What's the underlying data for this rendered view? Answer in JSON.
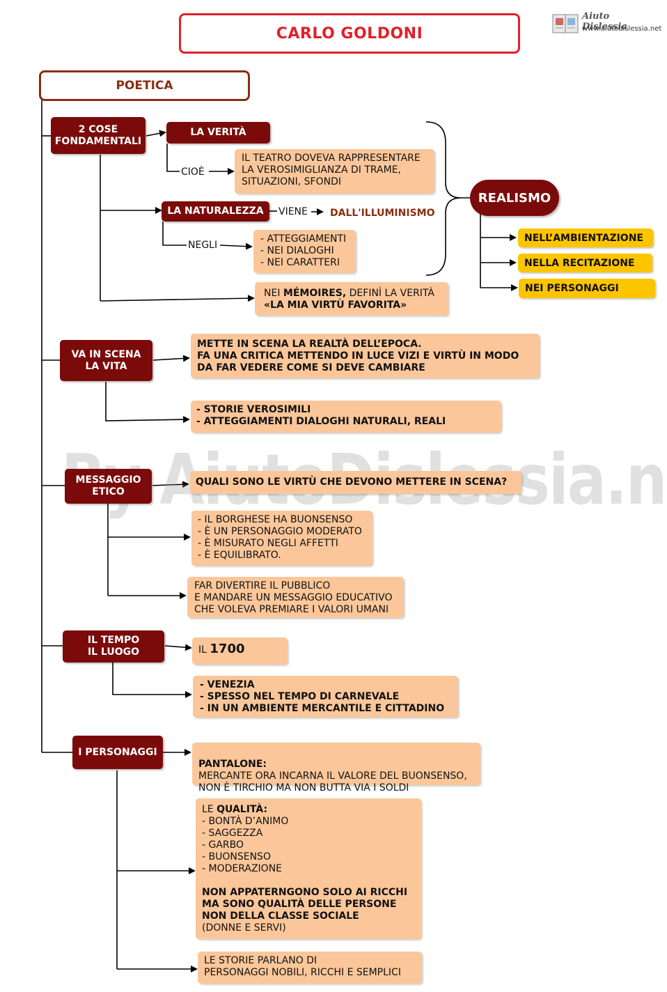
{
  "title": "CARLO GOLDONI",
  "logo": {
    "brand": "Aiuto Dislessia",
    "url": "www.aiutodislessia.net"
  },
  "watermark": "By AiutoDislessia.net",
  "poetica": "POETICA",
  "cose": {
    "label": "2 COSE\nFONDAMENTALI",
    "verita": "LA VERITÀ",
    "cioe_label": "CIOÈ",
    "verita_text": "IL TEATRO DOVEVA RAPPRESENTARE\nLA VEROSIMIGLIANZA DI TRAME,\nSITUAZIONI, SFONDI",
    "naturalezza": "LA NATURALEZZA",
    "viene_label": "VIENE",
    "illuminismo": "DALL'ILLUMINISMO",
    "negli_label": "NEGLI",
    "negli_text": "- ATTEGGIAMENTI\n- NEI DIALOGHI\n- NEI CARATTERI",
    "memoires_pre": "NEI ",
    "memoires_bold": "MÉMOIRES,",
    "memoires_post": " DEFINÌ LA VERITÀ",
    "memoires_line2": "«LA MIA VIRTÙ FAVORITA»"
  },
  "realismo": {
    "label": "REALISMO",
    "items": [
      "NELL’AMBIENTAZIONE",
      "NELLA RECITAZIONE",
      "NEI PERSONAGGI"
    ]
  },
  "scena": {
    "label": "VA IN SCENA\nLA VITA",
    "text1": "METTE IN SCENA LA REALTÀ DELL’EPOCA.\nFA UNA CRITICA METTENDO IN LUCE VIZI E VIRTÙ IN MODO\nDA FAR VEDERE COME SI DEVE CAMBIARE",
    "text2": "- STORIE VEROSIMILI\n- ATTEGGIAMENTI DIALOGHI NATURALI, REALI"
  },
  "messaggio": {
    "label": "MESSAGGIO\nETICO",
    "question": "QUALI SONO LE VIRTÙ CHE DEVONO METTERE IN SCENA?",
    "borghese": "- IL BORGHESE HA BUONSENSO\n- È UN PERSONAGGIO MODERATO\n- È MISURATO NEGLI AFFETTI\n- È EQUILIBRATO.",
    "divertire": "FAR DIVERTIRE IL PUBBLICO\nE MANDARE UN MESSAGGIO EDUCATIVO\nCHE VOLEVA PREMIARE I VALORI UMANI"
  },
  "tempo": {
    "label": "IL TEMPO\nIL LUOGO",
    "year_pre": "IL ",
    "year": "1700",
    "luogo": "- VENEZIA\n- SPESSO NEL TEMPO DI CARNEVALE\n- IN UN AMBIENTE MERCANTILE E CITTADINO"
  },
  "personaggi": {
    "label": "I PERSONAGGI",
    "pantalone_title": "PANTALONE:",
    "pantalone_text": "MERCANTE ORA INCARNA IL VALORE DEL BUONSENSO,\nNON È TIRCHIO MA NON BUTTA VIA I SOLDI",
    "qualita_pre": "LE ",
    "qualita_title": "QUALITÀ:",
    "qualita_list": "- BONTÀ D’ANIMO\n- SAGGEZZA\n- GARBO\n-  BUONSENSO\n- MODERAZIONE",
    "qualita_bold": "NON APPATERNGONO SOLO AI RICCHI\nMA SONO QUALITÀ DELLE PERSONE\nNON DELLA CLASSE SOCIALE",
    "qualita_end": "(DONNE E SERVI)",
    "storie": "LE STORIE PARLANO DI\nPERSONAGGI NOBILI, RICCHI E SEMPLICI"
  }
}
